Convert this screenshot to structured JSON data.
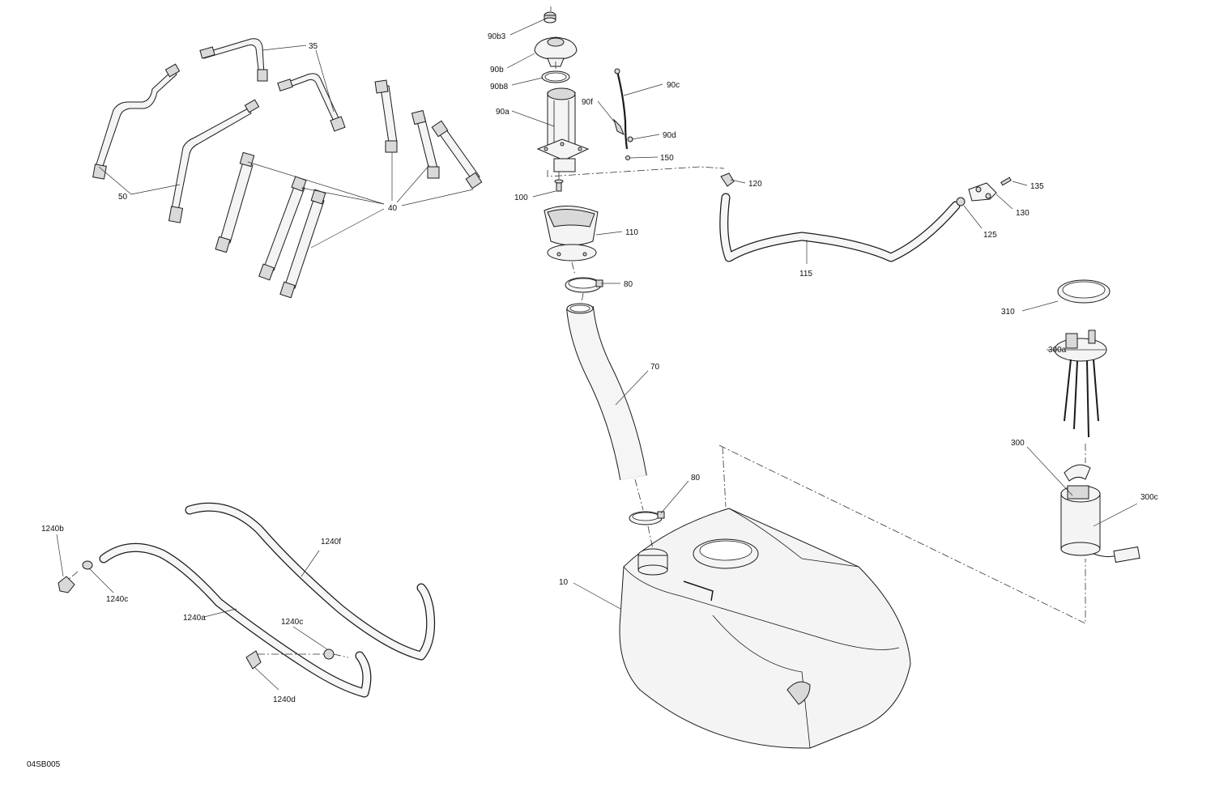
{
  "diagram": {
    "code": "04SB005",
    "callouts": [
      {
        "id": "c35",
        "text": "35"
      },
      {
        "id": "c50",
        "text": "50"
      },
      {
        "id": "c40",
        "text": "40"
      },
      {
        "id": "c90b3",
        "text": "90b3"
      },
      {
        "id": "c90b",
        "text": "90b"
      },
      {
        "id": "c90b8",
        "text": "90b8"
      },
      {
        "id": "c90a",
        "text": "90a"
      },
      {
        "id": "c90f",
        "text": "90f"
      },
      {
        "id": "c90c",
        "text": "90c"
      },
      {
        "id": "c90d",
        "text": "90d"
      },
      {
        "id": "c150",
        "text": "150"
      },
      {
        "id": "c120",
        "text": "120"
      },
      {
        "id": "c100",
        "text": "100"
      },
      {
        "id": "c110",
        "text": "110"
      },
      {
        "id": "c80a",
        "text": "80"
      },
      {
        "id": "c70",
        "text": "70"
      },
      {
        "id": "c80b",
        "text": "80"
      },
      {
        "id": "c10",
        "text": "10"
      },
      {
        "id": "c115",
        "text": "115"
      },
      {
        "id": "c135",
        "text": "135"
      },
      {
        "id": "c130",
        "text": "130"
      },
      {
        "id": "c125",
        "text": "125"
      },
      {
        "id": "c310",
        "text": "310"
      },
      {
        "id": "c300a",
        "text": "300a"
      },
      {
        "id": "c300",
        "text": "300"
      },
      {
        "id": "c300c",
        "text": "300c"
      },
      {
        "id": "c1240b",
        "text": "1240b"
      },
      {
        "id": "c1240c1",
        "text": "1240c"
      },
      {
        "id": "c1240f",
        "text": "1240f"
      },
      {
        "id": "c1240c2",
        "text": "1240c"
      },
      {
        "id": "c1240a",
        "text": "1240a"
      },
      {
        "id": "c1240d",
        "text": "1240d"
      }
    ]
  }
}
